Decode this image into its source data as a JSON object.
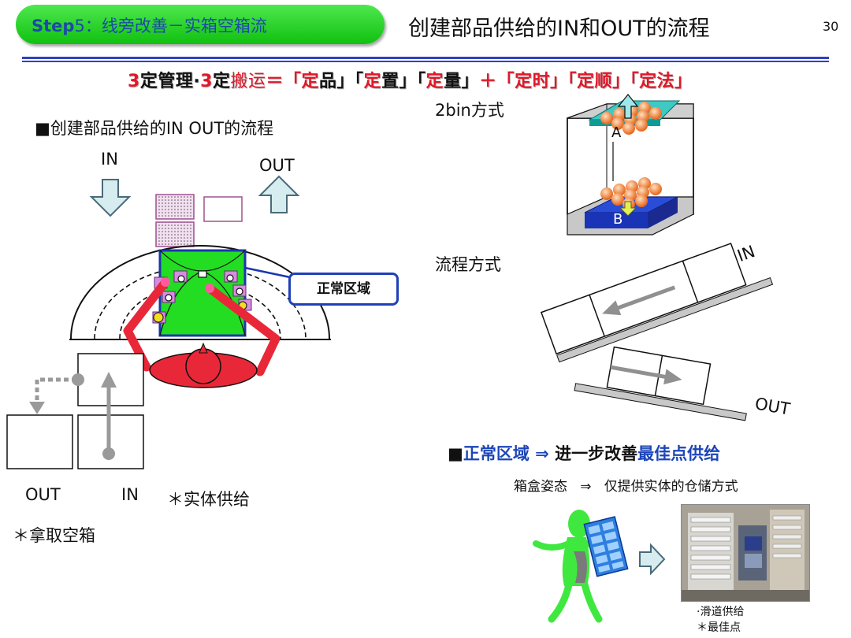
{
  "header": {
    "step_bold": "Step",
    "step_rest": "5：线旁改善－实箱空箱流",
    "title": "创建部品供给的IN和OUT的流程",
    "page_number": "30"
  },
  "formula": {
    "p1": "3",
    "p2": "定管理·",
    "p3": "3",
    "p4": "定",
    "p5": "搬运",
    "p6": "＝「",
    "p7": "定",
    "p8": "品」「",
    "p9": "定",
    "p10": "置」「",
    "p11": "定",
    "p12": "量」",
    "p13": "＋「定时」「定顺」「定法」"
  },
  "left": {
    "heading": "■创建部品供给的IN OUT的流程",
    "in_arrow_label": "IN",
    "out_arrow_label": "OUT",
    "callout": "正常区域",
    "bottom_out": "OUT",
    "bottom_in": "IN",
    "note_supply": "＊实体供给",
    "note_take": "＊拿取空箱"
  },
  "right": {
    "twobin_label": "2bin方式",
    "bin_a": "A",
    "bin_b": "B",
    "flow_label": "流程方式",
    "flow_in": "IN",
    "flow_out": "OUT",
    "heading_sq": "■",
    "heading_blue1": "正常区域 ⇒",
    "heading_black": " 进一步改善",
    "heading_blue2": "最佳点供给",
    "sub_a": "箱盒姿态",
    "sub_arrow": "⇒",
    "sub_b": "仅提供实体的仓储方式",
    "caption1": "·滑道供给",
    "caption2": "＊最佳点"
  },
  "colors": {
    "green": "#10c010",
    "blue": "#1c45b8",
    "red": "#e01828",
    "pale_blue": "#d6ecee"
  }
}
